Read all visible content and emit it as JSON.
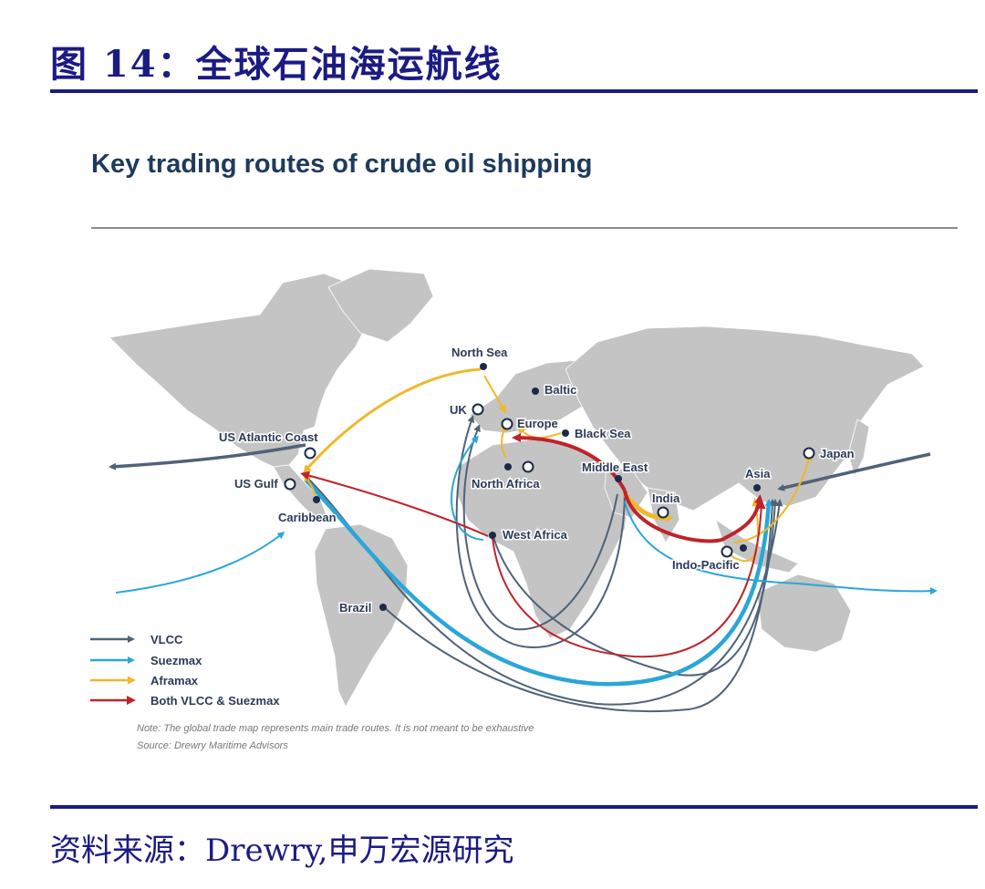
{
  "figure": {
    "title": "图 14：全球石油海运航线",
    "source_line": "资料来源：Drewry,申万宏源研究"
  },
  "map": {
    "title": "Key trading routes of crude oil shipping",
    "note": "Note: The global trade map represents main trade routes. It is not meant to be exhaustive",
    "source": "Source: Drewry Maritime Advisors",
    "locations": {
      "north_sea": "North Sea",
      "baltic": "Baltic",
      "uk": "UK",
      "europe": "Europe",
      "black_sea": "Black Sea",
      "us_atlantic_coast": "US Atlantic Coast",
      "us_gulf": "US Gulf",
      "caribbean": "Caribbean",
      "north_africa": "North Africa",
      "middle_east": "Middle East",
      "west_africa": "West Africa",
      "india": "India",
      "asia": "Asia",
      "japan": "Japan",
      "indo_pacific": "Indo-Pacific",
      "brazil": "Brazil"
    },
    "legend": [
      {
        "label": "VLCC",
        "color": "#4f6278"
      },
      {
        "label": "Suezmax",
        "color": "#2aa6d8"
      },
      {
        "label": "Aframax",
        "color": "#f0b82a"
      },
      {
        "label": "Both VLCC & Suezmax",
        "color": "#c0232a"
      }
    ],
    "colors": {
      "land": "#c4c4c4",
      "vlcc": "#4f6278",
      "suezmax": "#2aa6d8",
      "aframax": "#f0b82a",
      "both": "#c0232a"
    }
  }
}
